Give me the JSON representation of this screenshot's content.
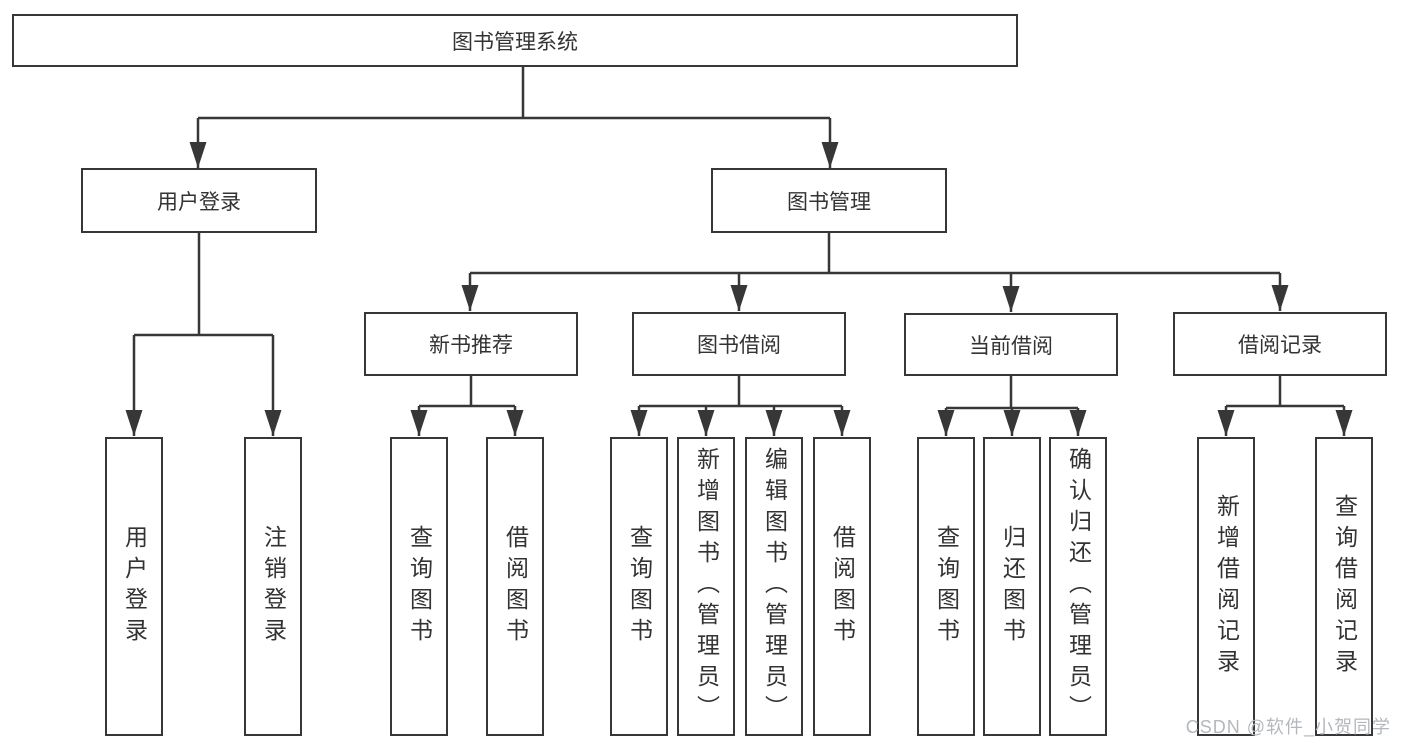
{
  "colors": {
    "line": "#373737",
    "node_border": "#373737",
    "node_text": "#333333",
    "background": "#ffffff",
    "watermark_text": "#b4b8bd"
  },
  "watermark": "CSDN @软件_小贺同学",
  "tree": {
    "label": "图书管理系统",
    "children": [
      {
        "label": "用户登录",
        "children": [
          {
            "label": "用户登录"
          },
          {
            "label": "注销登录"
          }
        ]
      },
      {
        "label": "图书管理",
        "children": [
          {
            "label": "新书推荐",
            "children": [
              {
                "label": "查询图书"
              },
              {
                "label": "借阅图书"
              }
            ]
          },
          {
            "label": "图书借阅",
            "children": [
              {
                "label": "查询图书"
              },
              {
                "label": "新增图书（管理员）"
              },
              {
                "label": "编辑图书（管理员）"
              },
              {
                "label": "借阅图书"
              }
            ]
          },
          {
            "label": "当前借阅",
            "children": [
              {
                "label": "查询图书"
              },
              {
                "label": "归还图书"
              },
              {
                "label": "确认归还（管理员）"
              }
            ]
          },
          {
            "label": "借阅记录",
            "children": [
              {
                "label": "新增借阅记录"
              },
              {
                "label": "查询借阅记录"
              }
            ]
          }
        ]
      }
    ]
  }
}
